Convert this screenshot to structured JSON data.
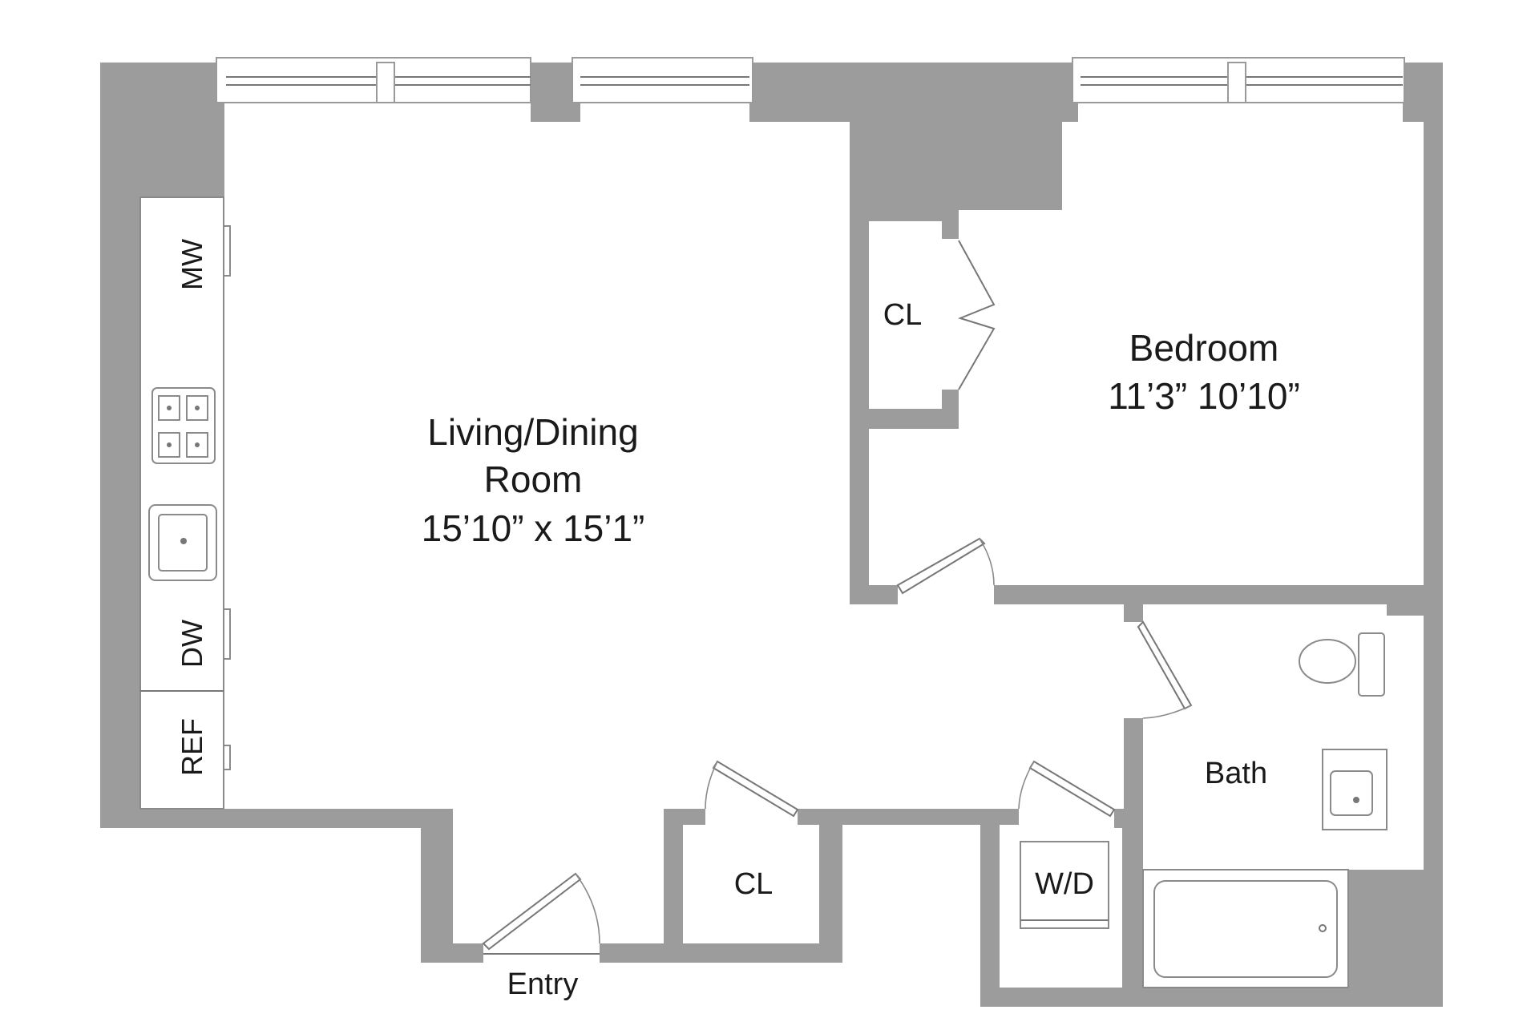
{
  "rooms": {
    "living": {
      "name_line1": "Living/Dining",
      "name_line2": "Room",
      "dimensions": "15’10” x 15’1”"
    },
    "bedroom": {
      "name": "Bedroom",
      "dimensions": "11’3” 10’10”"
    },
    "bath": {
      "name": "Bath"
    },
    "closet_bedroom": {
      "name": "CL"
    },
    "closet_entry": {
      "name": "CL"
    },
    "laundry": {
      "name": "W/D"
    },
    "entry": {
      "name": "Entry"
    }
  },
  "appliances": {
    "microwave": "MW",
    "dishwasher": "DW",
    "refrigerator": "REF"
  },
  "colors": {
    "wall": "#9c9c9c",
    "background": "#ffffff",
    "text": "#1a1a1a",
    "fixture_outline": "#8a8a8a"
  }
}
